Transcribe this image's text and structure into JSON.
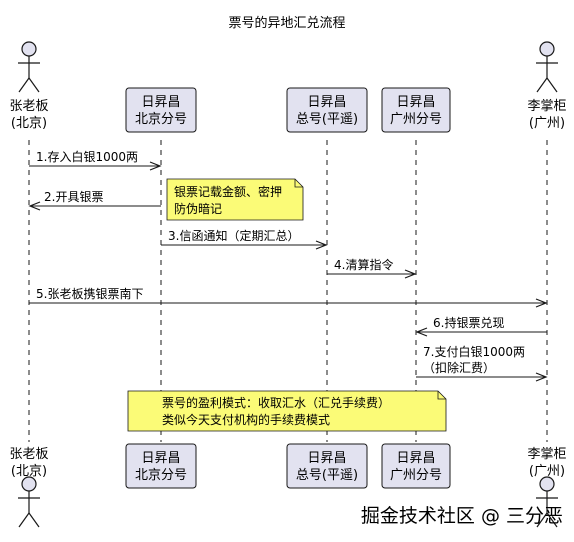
{
  "diagram": {
    "title": "票号的异地汇兑流程",
    "colors": {
      "box_fill": "#e2e2f0",
      "box_stroke": "#181818",
      "note_fill": "#fbfb77",
      "lifeline": "#181818",
      "arrow": "#181818",
      "actor_fill": "#e2e2f0"
    },
    "participants": [
      {
        "id": "zhang",
        "kind": "actor",
        "label_lines": [
          "张老板",
          "(北京)"
        ]
      },
      {
        "id": "beijing",
        "kind": "box",
        "label_lines": [
          "日昇昌",
          "北京分号"
        ]
      },
      {
        "id": "hq",
        "kind": "box",
        "label_lines": [
          "日昇昌",
          "总号(平遥)"
        ]
      },
      {
        "id": "guangzhou",
        "kind": "box",
        "label_lines": [
          "日昇昌",
          "广州分号"
        ]
      },
      {
        "id": "li",
        "kind": "actor",
        "label_lines": [
          "李掌柜",
          "(广州)"
        ]
      }
    ],
    "messages": [
      {
        "from": "zhang",
        "to": "beijing",
        "label_lines": [
          "1.存入白银1000两"
        ]
      },
      {
        "from": "beijing",
        "to": "zhang",
        "label_lines": [
          "2.开具银票"
        ]
      },
      {
        "from": "beijing",
        "to": "hq",
        "label_lines": [
          "3.信函通知（定期汇总）"
        ]
      },
      {
        "from": "hq",
        "to": "guangzhou",
        "label_lines": [
          "4.清算指令"
        ]
      },
      {
        "from": "zhang",
        "to": "li",
        "label_lines": [
          "5.张老板携银票南下"
        ]
      },
      {
        "from": "li",
        "to": "guangzhou",
        "label_lines": [
          "6.持银票兑现"
        ]
      },
      {
        "from": "guangzhou",
        "to": "li",
        "label_lines": [
          "7.支付白银1000两",
          "（扣除汇费）"
        ]
      }
    ],
    "notes": [
      {
        "label_lines": [
          "银票记载金额、密押",
          "防伪暗记"
        ]
      },
      {
        "label_lines": [
          "票号的盈利模式：收取汇水（汇兑手续费）",
          "类似今天支付机构的手续费模式"
        ]
      }
    ]
  },
  "watermark": "掘金技术社区 @ 三分恶"
}
